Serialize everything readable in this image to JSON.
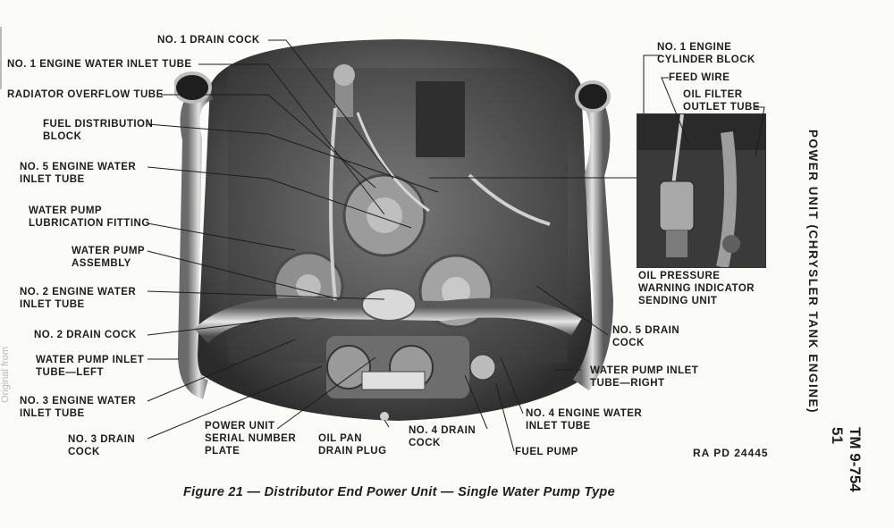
{
  "labels": {
    "no1_drain_cock": "NO. 1 DRAIN COCK",
    "no1_engine_water_inlet_tube": "NO. 1 ENGINE WATER INLET TUBE",
    "radiator_overflow_tube": "RADIATOR OVERFLOW TUBE",
    "fuel_distribution_block": "FUEL DISTRIBUTION\nBLOCK",
    "no5_engine_water_inlet_tube": "NO. 5 ENGINE WATER\nINLET TUBE",
    "water_pump_lubrication_fitting": "WATER PUMP\nLUBRICATION FITTING",
    "water_pump_assembly": "WATER PUMP\nASSEMBLY",
    "no2_engine_water_inlet_tube": "NO. 2 ENGINE WATER\nINLET TUBE",
    "no2_drain_cock": "NO. 2 DRAIN COCK",
    "water_pump_inlet_tube_left": "WATER PUMP INLET\nTUBE—LEFT",
    "no3_engine_water_inlet_tube": "NO. 3 ENGINE WATER\nINLET TUBE",
    "no3_drain_cock": "NO. 3 DRAIN\nCOCK",
    "power_unit_serial_number_plate": "POWER UNIT\nSERIAL NUMBER\nPLATE",
    "oil_pan_drain_plug": "OIL PAN\nDRAIN PLUG",
    "no4_drain_cock": "NO. 4 DRAIN\nCOCK",
    "fuel_pump": "FUEL PUMP",
    "no4_engine_water_inlet_tube": "NO. 4 ENGINE WATER\nINLET TUBE",
    "water_pump_inlet_tube_right": "WATER PUMP INLET\nTUBE—RIGHT",
    "no5_drain_cock": "NO. 5 DRAIN\nCOCK",
    "oil_pressure_warning_indicator_sending_unit": "OIL PRESSURE\nWARNING INDICATOR\nSENDING UNIT",
    "no1_engine_cylinder_block": "NO. 1 ENGINE\nCYLINDER BLOCK",
    "feed_wire": "FEED WIRE",
    "oil_filter_outlet_tube": "OIL FILTER\nOUTLET TUBE"
  },
  "caption": "Figure 21 — Distributor End Power Unit — Single Water Pump Type",
  "ra_code": "RA PD 24445",
  "side_title": "POWER UNIT (CHRYSLER TANK ENGINE)",
  "tm_code": "TM 9-754\n51",
  "margin_text": "Original from",
  "colors": {
    "ink": "#1d1d1d",
    "paper": "#fbfbf8",
    "photo_dark": "#2a2a2a",
    "photo_mid": "#7a7a7a",
    "photo_light": "#cfcfcf"
  }
}
